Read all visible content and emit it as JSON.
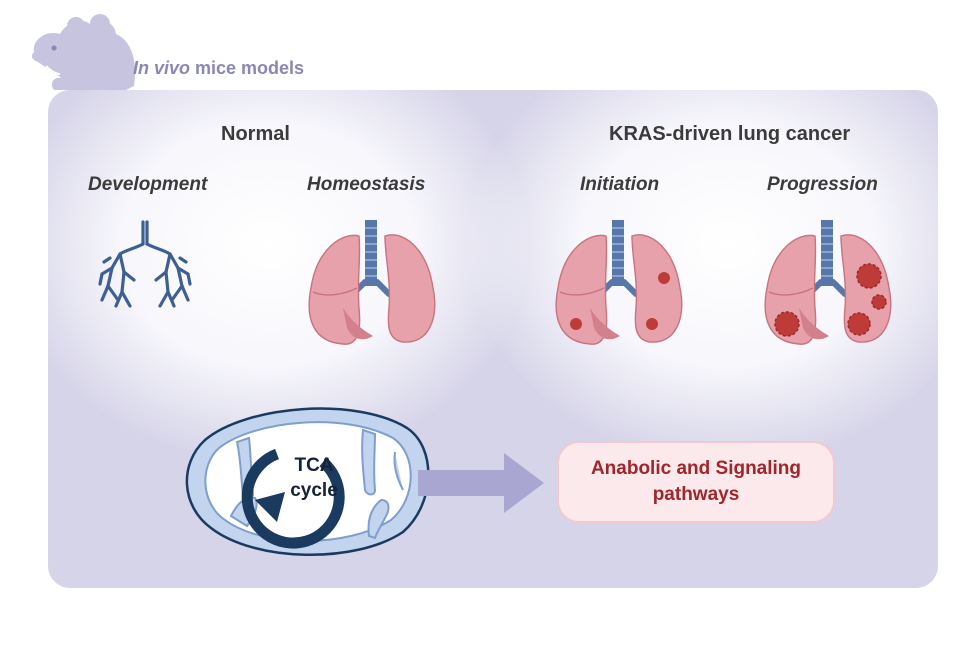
{
  "header": {
    "label_italic": "In vivo",
    "label_rest": " mice models"
  },
  "groups": {
    "normal": {
      "title": "Normal",
      "stages": [
        "Development",
        "Homeostasis"
      ]
    },
    "cancer": {
      "title": "KRAS-driven lung cancer",
      "stages": [
        "Initiation",
        "Progression"
      ]
    }
  },
  "mito": {
    "label_line1": "TCA",
    "label_line2": "cycle"
  },
  "pathways": {
    "line1": "Anabolic and Signaling",
    "line2": "pathways"
  },
  "colors": {
    "panel": "#d6d4e8",
    "mouse": "#c7c4df",
    "label": "#8a86b6",
    "lung": "#e6a1ab",
    "lung_dark": "#c8737f",
    "trachea": "#5876a8",
    "tumor": "#bf3b38",
    "mito_outer": "#c3d5ee",
    "mito_dark": "#1b3a5f",
    "arrow": "#a9a6d1",
    "pathway_text": "#a1262a"
  }
}
